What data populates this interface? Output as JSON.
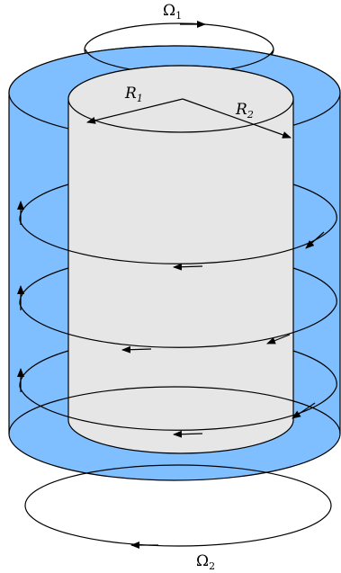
{
  "labels": {
    "omega_top": {
      "base": "Ω",
      "sub": "1"
    },
    "omega_bottom": {
      "base": "Ω",
      "sub": "2"
    },
    "radius_inner": {
      "base": "R",
      "sub": "1"
    },
    "radius_outer": {
      "base": "R",
      "sub": "2"
    }
  },
  "colors": {
    "outer_fluid": "#7fbfff",
    "inner_cylinder": "#e6e6e6",
    "stroke": "#000000"
  }
}
